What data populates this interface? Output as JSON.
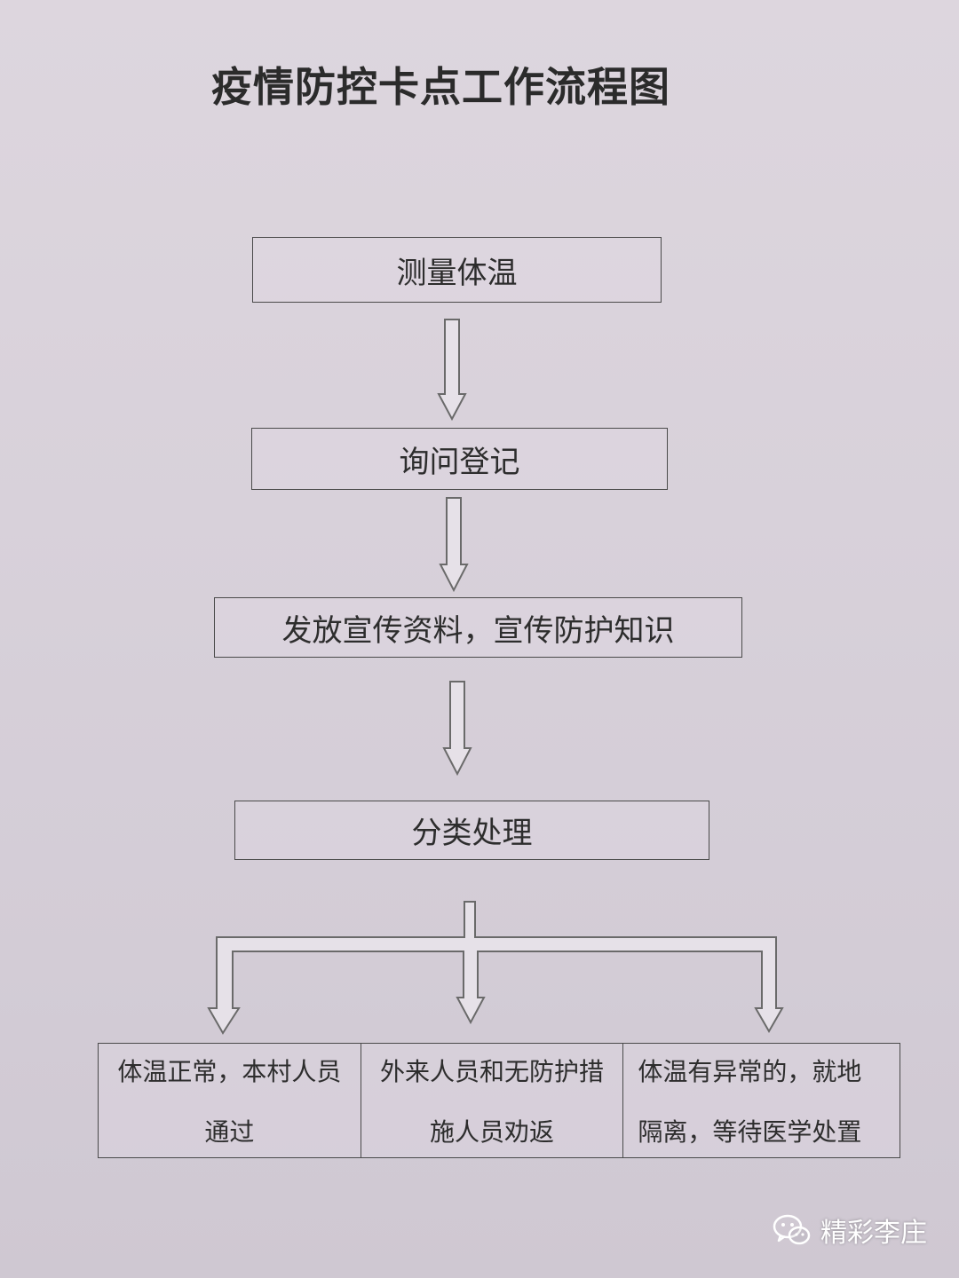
{
  "title": "疫情防控卡点工作流程图",
  "steps": {
    "step1": "测量体温",
    "step2": "询问登记",
    "step3": "发放宣传资料，宣传防护知识",
    "step4": "分类处理"
  },
  "outcomes": [
    {
      "line1": "体温正常，本村人员",
      "line2": "通过"
    },
    {
      "line1": "外来人员和无防护措",
      "line2": "施人员劝返"
    },
    {
      "line1": "体温有异常的，就地",
      "line2": "隔离，等待医学处置"
    }
  ],
  "watermark": {
    "icon": "wechat-icon",
    "text": "精彩李庄"
  },
  "colors": {
    "paper": "#d8d1da",
    "ink": "#2d2d2d",
    "arrow_fill": "#e6e1e8",
    "arrow_stroke": "#6a6a6a"
  }
}
